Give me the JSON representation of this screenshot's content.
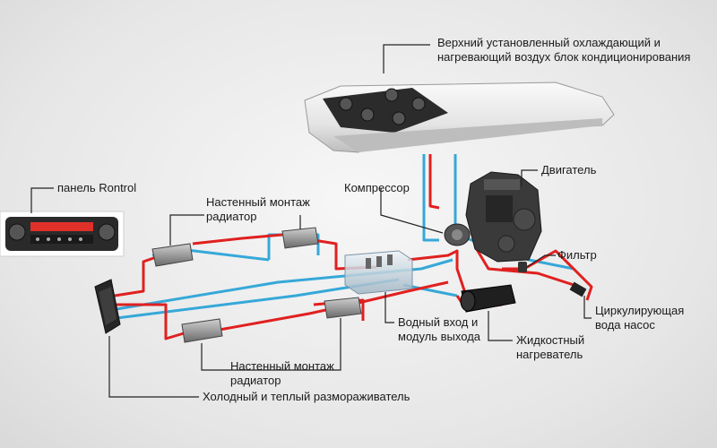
{
  "labels": {
    "ac_unit_line1": "Верхний установленный охлаждающий и",
    "ac_unit_line2": "нагревающий воздух блок кондиционирования",
    "engine": "Двигатель",
    "compressor": "Компрессор",
    "panel": "панель Rontrol",
    "radiator_top_line1": "Настенный монтаж",
    "radiator_top_line2": "радиатор",
    "filter": "Фильтр",
    "pump_line1": "Циркулирующая",
    "pump_line2": "вода насос",
    "water_module_line1": "Водный вход и",
    "water_module_line2": "модуль выхода",
    "heater_line1": "Жидкостный",
    "heater_line2": "нагреватель",
    "radiator_bottom_line1": "Настенный монтаж",
    "radiator_bottom_line2": "радиатор",
    "defroster": "Холодный и теплый размораживатель"
  },
  "colors": {
    "hot_pipe": "#e0201f",
    "cold_pipe": "#36a8d8",
    "leader_line": "#222222",
    "display_red": "#e0302a"
  }
}
